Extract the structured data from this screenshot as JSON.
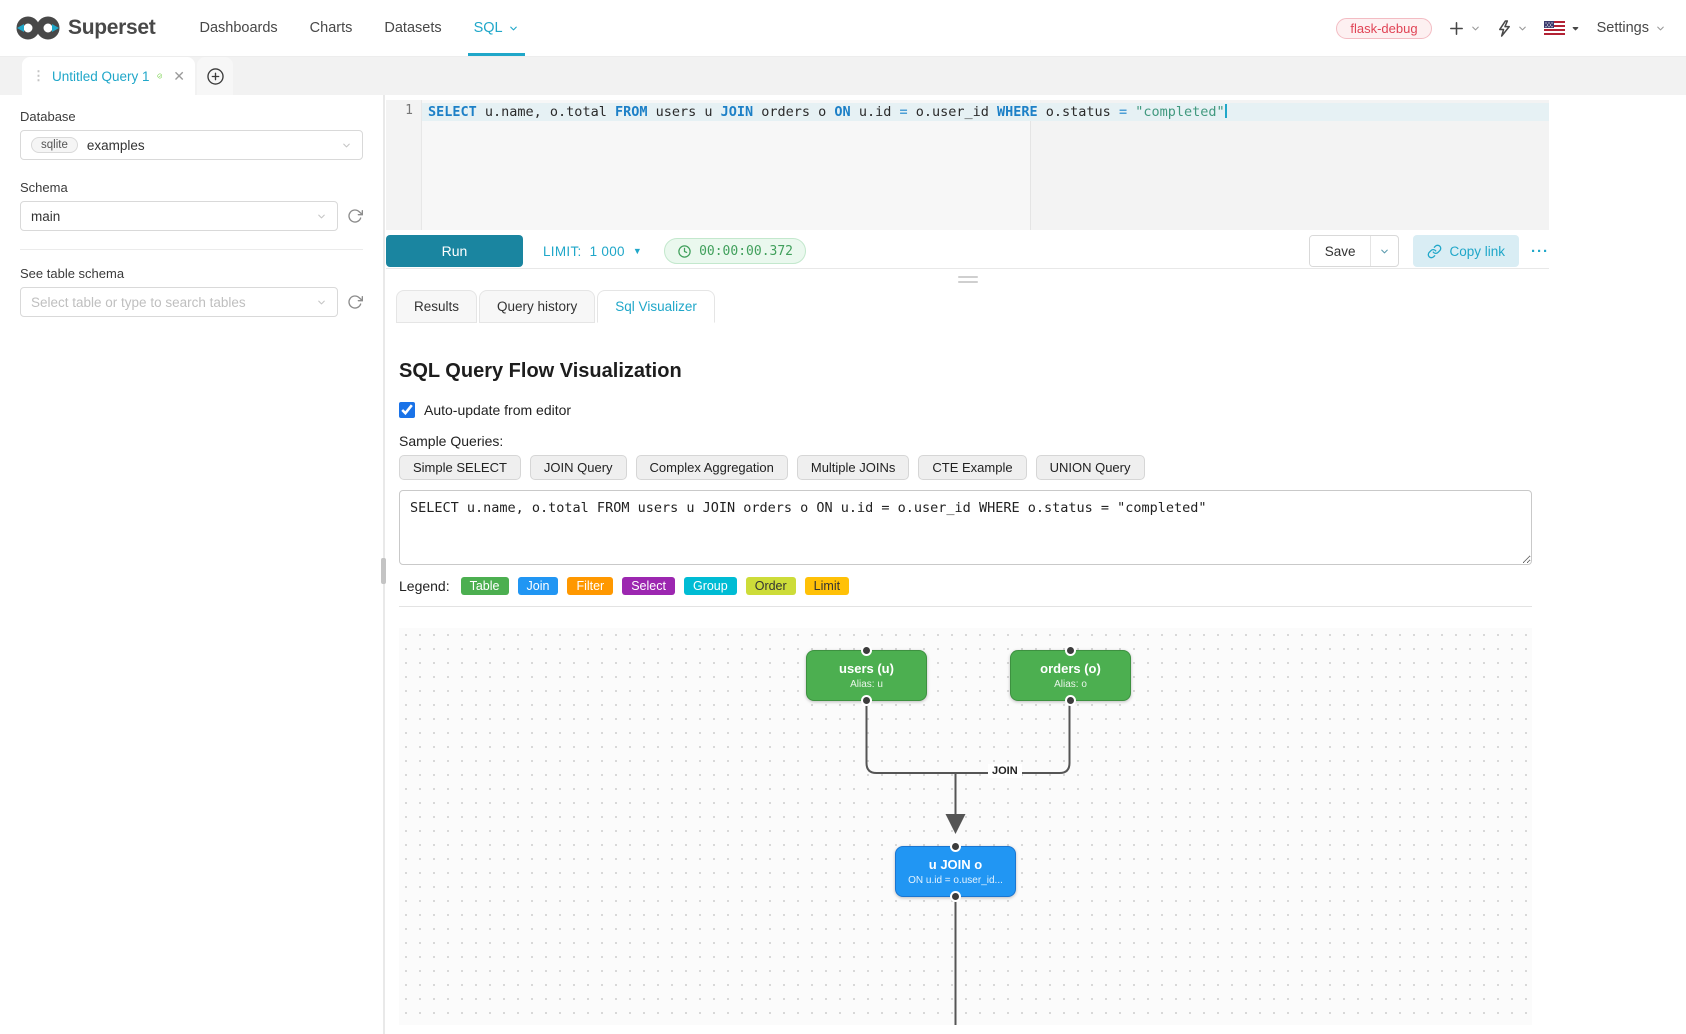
{
  "colors": {
    "accent": "#20a7c9",
    "run_button": "#1a85a0",
    "table_node": "#4caf50",
    "join_node": "#2196f3",
    "timer_green": "#41a05c",
    "env_badge_red": "#e04355"
  },
  "navbar": {
    "brand": "Superset",
    "items": [
      {
        "label": "Dashboards",
        "active": false
      },
      {
        "label": "Charts",
        "active": false
      },
      {
        "label": "Datasets",
        "active": false
      },
      {
        "label": "SQL",
        "active": true,
        "caret": true
      }
    ],
    "env_badge": "flask-debug",
    "settings_label": "Settings"
  },
  "tabstrip": {
    "tab_title": "Untitled Query 1",
    "drag_glyph": "⋮",
    "close_glyph": "✕"
  },
  "sidebar": {
    "database_label": "Database",
    "database_engine": "sqlite",
    "database_value": "examples",
    "schema_label": "Schema",
    "schema_value": "main",
    "table_label": "See table schema",
    "table_placeholder": "Select table or type to search tables"
  },
  "editor": {
    "line_number": "1",
    "tokens": [
      {
        "t": "SELECT ",
        "c": "kw"
      },
      {
        "t": "u.name, o.total ",
        "c": "pl"
      },
      {
        "t": "FROM ",
        "c": "kw"
      },
      {
        "t": "users u ",
        "c": "pl"
      },
      {
        "t": "JOIN ",
        "c": "kw"
      },
      {
        "t": "orders o ",
        "c": "pl"
      },
      {
        "t": "ON ",
        "c": "kw"
      },
      {
        "t": "u.id ",
        "c": "pl"
      },
      {
        "t": "= ",
        "c": "op"
      },
      {
        "t": "o.user_id ",
        "c": "pl"
      },
      {
        "t": "WHERE ",
        "c": "kw"
      },
      {
        "t": "o.status ",
        "c": "pl"
      },
      {
        "t": "= ",
        "c": "op"
      },
      {
        "t": "\"completed\"",
        "c": "str"
      }
    ]
  },
  "toolbar": {
    "run_label": "Run",
    "limit_label": "LIMIT:",
    "limit_value": "1 000",
    "limit_caret": "▼",
    "timer_value": "00:00:00.372",
    "save_label": "Save",
    "copy_link_label": "Copy link",
    "more_glyph": "···"
  },
  "south_tabs": [
    {
      "label": "Results",
      "active": false
    },
    {
      "label": "Query history",
      "active": false
    },
    {
      "label": "Sql Visualizer",
      "active": true
    }
  ],
  "visualizer": {
    "title": "SQL Query Flow Visualization",
    "auto_update_label": "Auto-update from editor",
    "auto_update_checked": true,
    "samples_label": "Sample Queries:",
    "sample_buttons": [
      "Simple SELECT",
      "JOIN Query",
      "Complex Aggregation",
      "Multiple JOINs",
      "CTE Example",
      "UNION Query"
    ],
    "query_text": "SELECT u.name, o.total FROM users u JOIN orders o ON u.id = o.user_id WHERE o.status = \"completed\"",
    "legend_label": "Legend:",
    "legend_items": [
      {
        "label": "Table",
        "bg": "#4caf50",
        "fg": "#ffffff"
      },
      {
        "label": "Join",
        "bg": "#2196f3",
        "fg": "#ffffff"
      },
      {
        "label": "Filter",
        "bg": "#ff9800",
        "fg": "#ffffff"
      },
      {
        "label": "Select",
        "bg": "#9c27b0",
        "fg": "#ffffff"
      },
      {
        "label": "Group",
        "bg": "#00bcd4",
        "fg": "#ffffff"
      },
      {
        "label": "Order",
        "bg": "#cddc39",
        "fg": "#333333"
      },
      {
        "label": "Limit",
        "bg": "#ffc107",
        "fg": "#333333"
      }
    ],
    "flow": {
      "edge_label": "JOIN",
      "nodes": [
        {
          "id": "users",
          "title": "users (u)",
          "subtitle": "Alias: u",
          "type": "table"
        },
        {
          "id": "orders",
          "title": "orders (o)",
          "subtitle": "Alias: o",
          "type": "table"
        },
        {
          "id": "join",
          "title": "u JOIN o",
          "subtitle": "ON u.id = o.user_id...",
          "type": "join"
        }
      ]
    }
  }
}
